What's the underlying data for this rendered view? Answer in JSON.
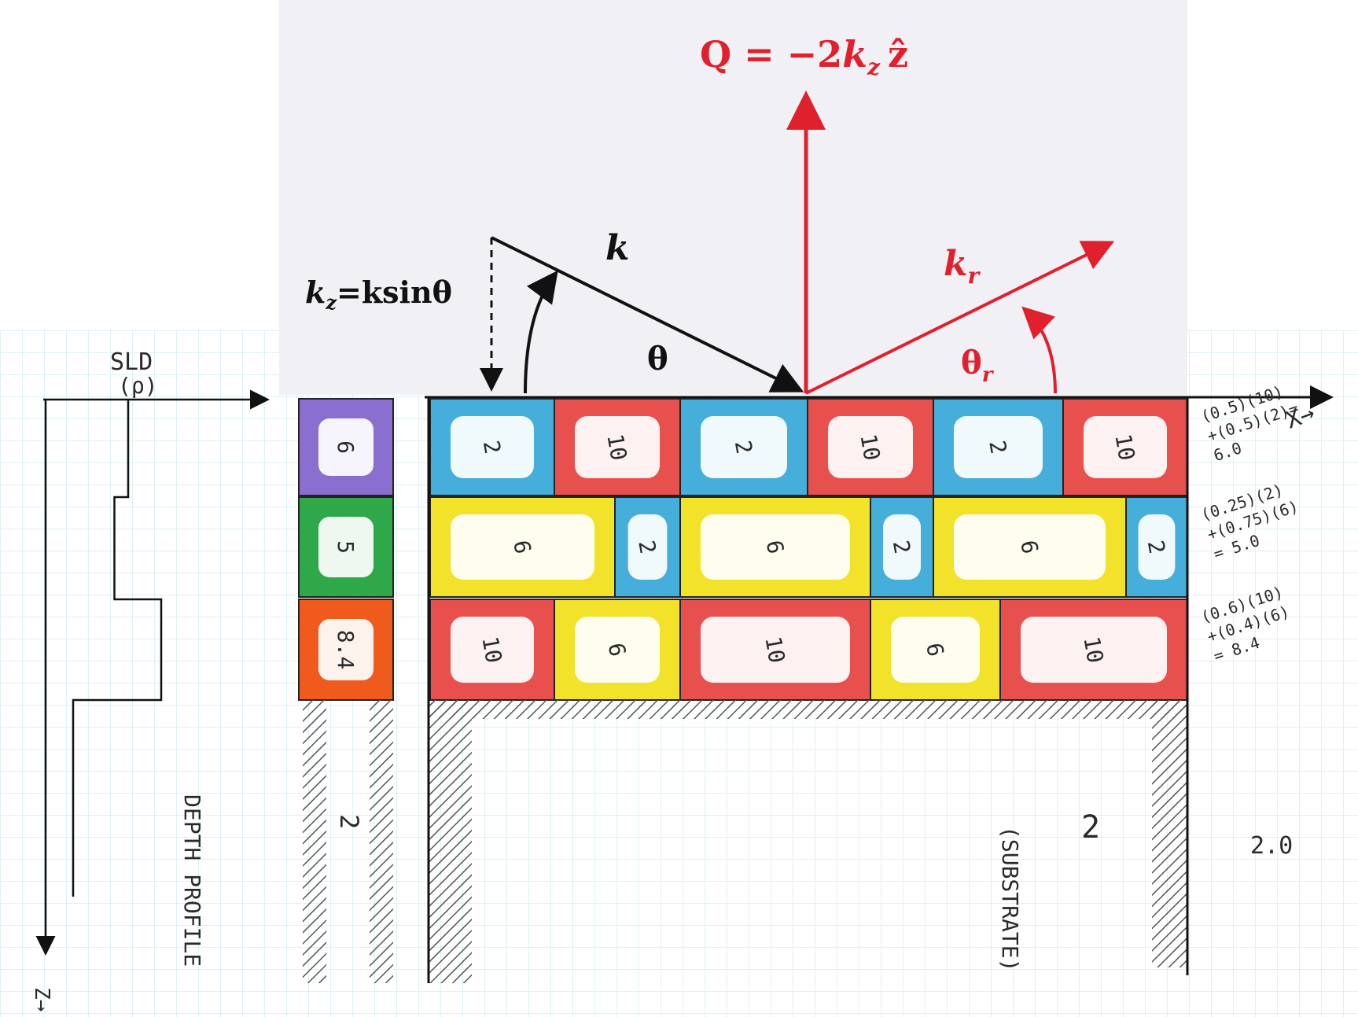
{
  "colors": {
    "paper": "#ffffff",
    "grid": "#bfe3ec",
    "top_panel": "#f1f0f5",
    "ink": "#1a1a1a",
    "red": "#e0202c",
    "purple": "#8a6fd1",
    "green": "#2fa84a",
    "orange": "#f05a1c",
    "cyan": "#45aeda",
    "salmon": "#e8504d",
    "yellow": "#f2e22a"
  },
  "labels": {
    "q_eq": "Q = −2",
    "q_kz": "k",
    "q_sub": "z",
    "q_zhat": "ẑ",
    "k": "k",
    "kr": "k",
    "kr_sub": "r",
    "theta": "θ",
    "theta_r": "θ",
    "theta_r_sub": "r",
    "kz_lhs": "k",
    "kz_sub": "z",
    "kz_rhs": "=ksinθ",
    "sld_top": "SLD",
    "sld_bottom": "(ρ)",
    "x_axis": "X→",
    "z_axis": "Z→",
    "depth_profile": "DEPTH PROFILE",
    "substrate_word": "(SUBSTRATE)",
    "substrate_value": "2",
    "substrate_avg": "2.0",
    "left_sub_value": "2"
  },
  "averaged_column": [
    "6",
    "5",
    "8.4"
  ],
  "rows": [
    {
      "cells": [
        "2",
        "10",
        "2",
        "10",
        "2",
        "10"
      ]
    },
    {
      "cells": [
        "6",
        "2",
        "6",
        "2",
        "6",
        "2"
      ]
    },
    {
      "cells": [
        "10",
        "6",
        "10",
        "6",
        "10"
      ]
    }
  ],
  "row_formulas": [
    {
      "line1": "(0.5)(10)",
      "line2": "+(0.5)(2)=",
      "line3": "6.0"
    },
    {
      "line1": "(0.25)(2)",
      "line2": "+(0.75)(6)",
      "line3": "= 5.0"
    },
    {
      "line1": "(0.6)(10)",
      "line2": "+(0.4)(6)",
      "line3": "= 8.4"
    }
  ],
  "sld_profile": [
    {
      "layer": "row-1",
      "sld": 6.0
    },
    {
      "layer": "row-2",
      "sld": 5.0
    },
    {
      "layer": "row-3",
      "sld": 8.4
    },
    {
      "layer": "substrate",
      "sld": 2.0
    }
  ]
}
